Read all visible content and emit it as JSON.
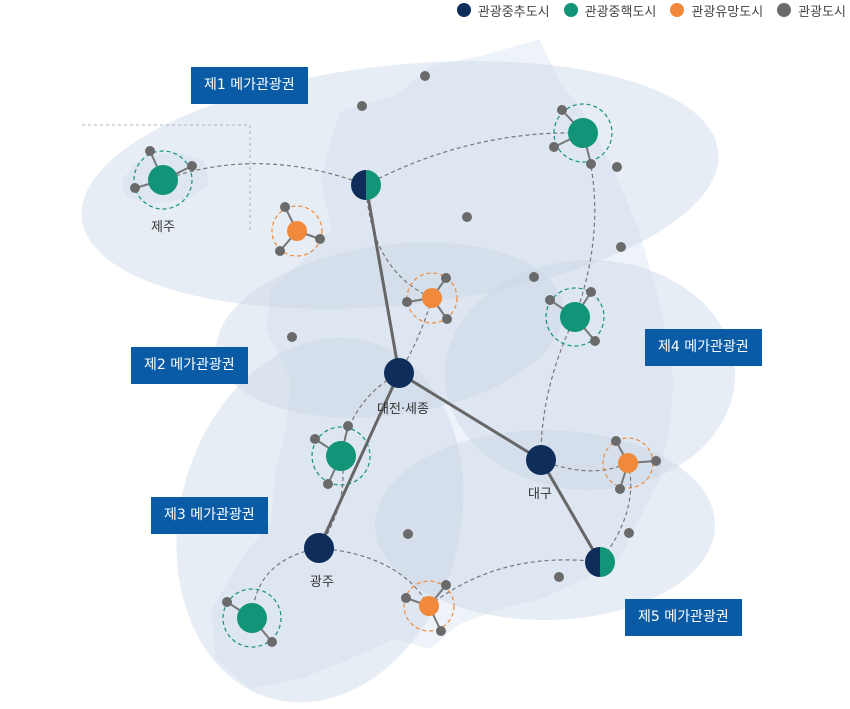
{
  "legend": [
    {
      "label": "관광중추도시",
      "color": "#0e2d5a"
    },
    {
      "label": "관광중핵도시",
      "color": "#119478"
    },
    {
      "label": "관광유망도시",
      "color": "#f08a3a"
    },
    {
      "label": "관광도시",
      "color": "#6a6a6a"
    }
  ],
  "regions": [
    {
      "label": "제1 메가관광권"
    },
    {
      "label": "제2 메가관광권"
    },
    {
      "label": "제3 메가관광권"
    },
    {
      "label": "제4 메가관광권"
    },
    {
      "label": "제5 메가관광권"
    }
  ],
  "cities": [
    {
      "label": "제주"
    },
    {
      "label": "대전·세종"
    },
    {
      "label": "광주"
    },
    {
      "label": "대구"
    }
  ],
  "colors": {
    "hub": "#0e2d5a",
    "core": "#119478",
    "promising": "#f08a3a",
    "tourism": "#6a6a6a",
    "region_fill": "#dde7f1",
    "land_fill": "#eef3f9",
    "label_bg": "#0a5ba6"
  }
}
